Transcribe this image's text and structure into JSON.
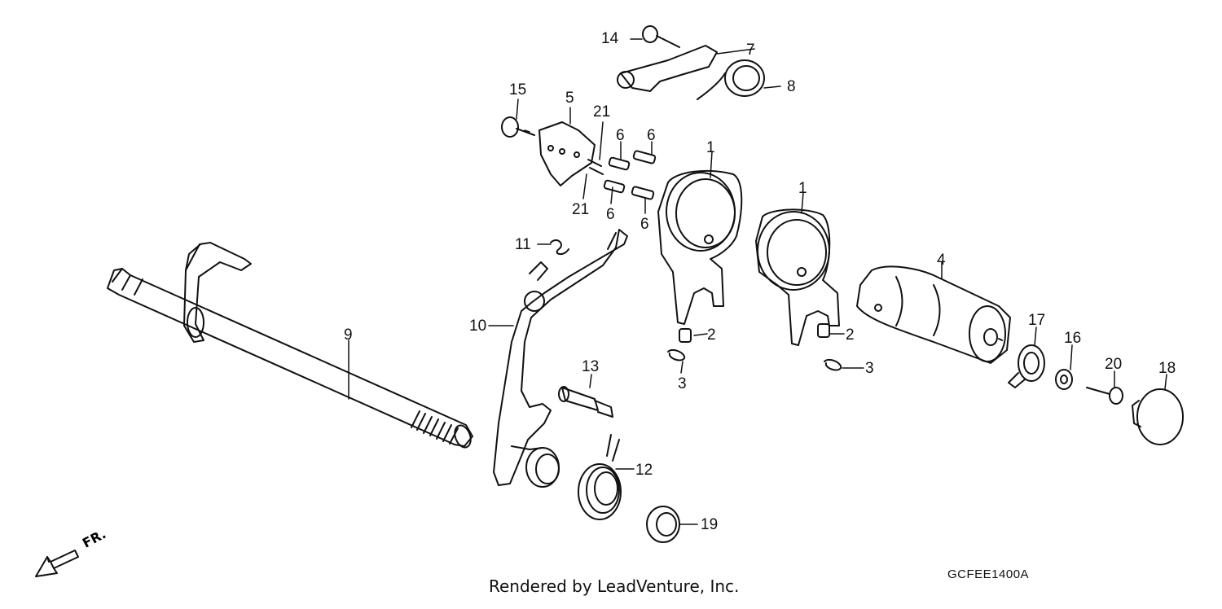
{
  "diagram": {
    "callouts": {
      "c1a": "1",
      "c1b": "1",
      "c2a": "2",
      "c2b": "2",
      "c3a": "3",
      "c3b": "3",
      "c4": "4",
      "c5": "5",
      "c6a": "6",
      "c6b": "6",
      "c6c": "6",
      "c6d": "6",
      "c7": "7",
      "c8": "8",
      "c9": "9",
      "c10": "10",
      "c11": "11",
      "c12": "12",
      "c13": "13",
      "c14": "14",
      "c15": "15",
      "c16": "16",
      "c17": "17",
      "c18": "18",
      "c19": "19",
      "c20": "20",
      "c21a": "21",
      "c21b": "21"
    },
    "direction_label": "FR.",
    "diagram_code": "GCFEE1400A",
    "credit": "Rendered by LeadVenture, Inc."
  }
}
